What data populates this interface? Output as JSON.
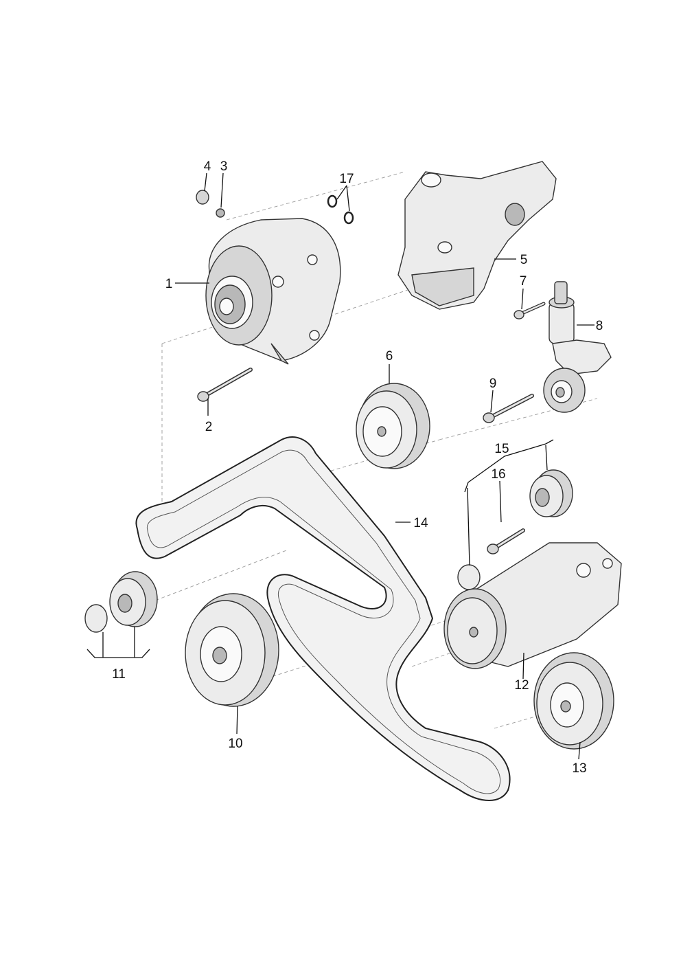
{
  "callouts": {
    "c1": "1",
    "c2": "2",
    "c3": "3",
    "c4": "4",
    "c5": "5",
    "c6": "6",
    "c7": "7",
    "c8": "8",
    "c9": "9",
    "c10": "10",
    "c11": "11",
    "c12": "12",
    "c13": "13",
    "c14": "14",
    "c15": "15",
    "c16": "16",
    "c17": "17"
  },
  "colors": {
    "line": "#333333",
    "shade_light": "#ececec",
    "shade_mid": "#d6d6d6",
    "shade_dark": "#b8b8b8"
  }
}
